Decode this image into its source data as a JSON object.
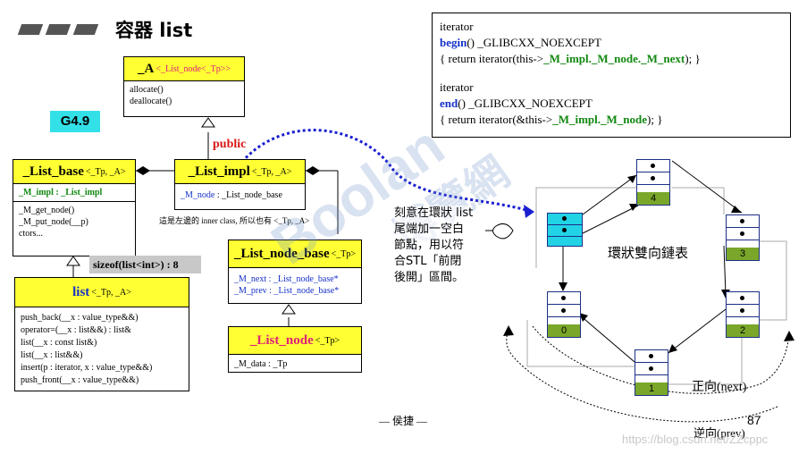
{
  "slide": {
    "title": "容器 list",
    "version_badge": "G4.9",
    "footer_author": "— 侯捷 —",
    "page_number": "87",
    "watermark_url": "https://blog.csdn.net/ZZcppc"
  },
  "classes": {
    "alloc": {
      "name": "_A",
      "template": "<_List_node<_Tp>>",
      "methods": [
        "allocate()",
        "deallocate()"
      ]
    },
    "list_base": {
      "name": "_List_base",
      "template": "<_Tp, _A>",
      "member": "_M_impl : _List_impl",
      "methods": [
        "_M_get_node()",
        "_M_put_node(__p)",
        "ctors..."
      ]
    },
    "list_impl": {
      "name": "_List_impl",
      "template": "<_Tp, _A>",
      "member_name": "_M_node",
      "member_type": " : _List_node_base",
      "note": "這是左邊的 inner class, 所以也有 <_Tp, _A>"
    },
    "node_base": {
      "name": "_List_node_base",
      "template": "<_Tp>",
      "members": [
        "_M_next : _List_node_base*",
        "_M_prev : _List_node_base*"
      ]
    },
    "node": {
      "name": "_List_node",
      "template": "<_Tp>",
      "member": "_M_data : _Tp"
    },
    "list": {
      "name": "list",
      "template": "<_Tp, _A>",
      "methods": [
        "push_back(__x : value_type&&)",
        "operator=(__x : list&&) : list&",
        "list(__x : const list&)",
        "list(__x : list&&)",
        "insert(p : iterator, x : value_type&&)",
        "push_front(__x : value_type&&)"
      ]
    }
  },
  "labels": {
    "public": "public",
    "sizeof": "sizeof(list<int>) : 8"
  },
  "code": {
    "line1": "iterator",
    "begin_kw": "begin",
    "begin_sig": "() _GLIBCXX_NOEXCEPT",
    "begin_body_a": "{ return iterator(this->",
    "begin_body_b": "_M_impl._M_node._M_next",
    "begin_body_c": "); }",
    "line4": "iterator",
    "end_kw": "end",
    "end_sig": "() _GLIBCXX_NOEXCEPT",
    "end_body_a": "{ return iterator(&this->",
    "end_body_b": "_M_impl._M_node",
    "end_body_c": "); }"
  },
  "ring": {
    "title": "環狀雙向鏈表",
    "callout": [
      "刻意在環狀 list",
      "尾端加一空白",
      "節點，用以符",
      "合STL「前閉",
      "後開」區間。"
    ],
    "forward": "正向(next)",
    "backward": "逆向(prev)",
    "nodes": [
      "4",
      "3",
      "2",
      "1",
      "0"
    ]
  }
}
